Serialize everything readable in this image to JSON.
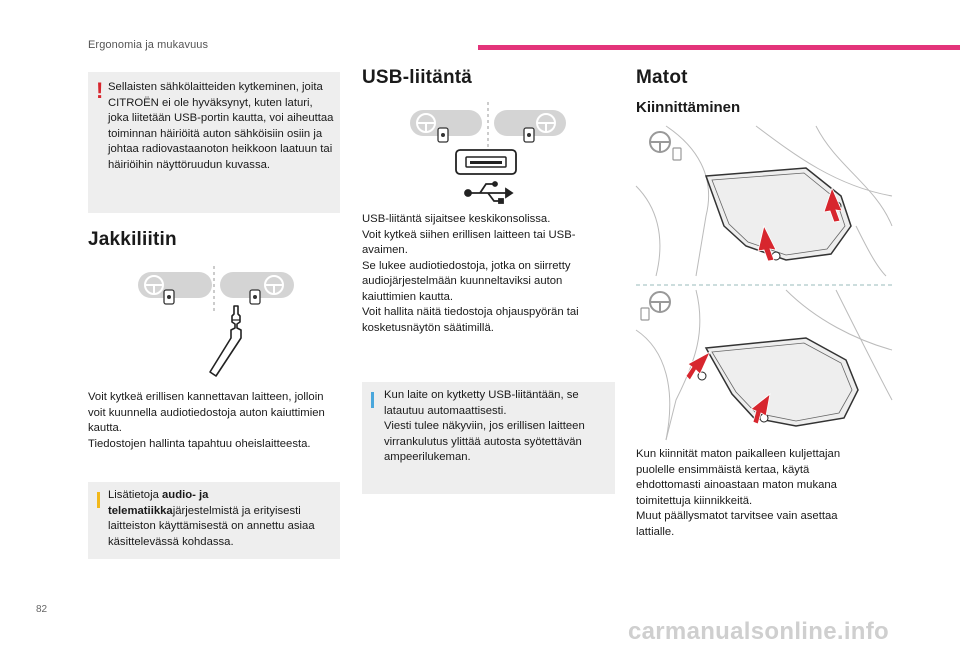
{
  "header": {
    "section": "Ergonomia ja mukavuus",
    "accent_color": "#e3347a"
  },
  "page_number": "82",
  "watermark": "carmanualsonline.info",
  "left_col": {
    "warning": {
      "text": "Sellaisten sähkölaitteiden kytkeminen, joita CITROËN ei ole hyväksynyt, kuten laturi, joka liitetään USB-portin kautta, voi aiheuttaa toiminnan häiriöitä auton sähköisiin osiin ja johtaa radiovastaanoton heikkoon laatuun tai häiriöihin näyttöruudun kuvassa."
    },
    "jack_heading": "Jakkiliitin",
    "jack_para_1": "Voit kytkeä erillisen kannettavan laitteen, jolloin voit kuunnella audiotiedostoja auton kaiuttimien kautta.",
    "jack_para_2": "Tiedostojen hallinta tapahtuu oheislaitteesta.",
    "info": {
      "prefix": "Lisätietoja ",
      "bold": "audio- ja telematiikka",
      "suffix": "järjestelmistä ja erityisesti laitteiston käyttämisestä on annettu asiaa käsittelevässä kohdassa."
    }
  },
  "mid_col": {
    "usb_heading": "USB-liitäntä",
    "usb_lines": [
      "USB-liitäntä sijaitsee keskikonsolissa.",
      "Voit kytkeä siihen erillisen laitteen tai USB-avaimen.",
      "Se lukee audiotiedostoja, jotka on siirretty audiojärjestelmään kuunneltaviksi auton kaiuttimien kautta.",
      "Voit hallita näitä tiedostoja ohjauspyörän tai kosketusnäytön säätimillä."
    ],
    "note": {
      "line1": "Kun laite on kytketty USB-liitäntään, se latautuu automaattisesti.",
      "line2": "Viesti tulee näkyviin, jos erillisen laitteen virrankulutus ylittää autosta syötettävän ampeerilukeman."
    }
  },
  "right_col": {
    "mats_heading": "Matot",
    "fitting_heading": "Kiinnittäminen",
    "para_1": "Kun kiinnität maton paikalleen kuljettajan puolelle ensimmäistä kertaa, käytä ehdottomasti ainoastaan maton mukana toimitettuja kiinnikkeitä.",
    "para_2": "Muut päällysmatot tarvitsee vain asettaa lattialle."
  },
  "colors": {
    "warning": "#d7262e",
    "info": "#f2b81b",
    "note": "#4aa7dc",
    "box_bg": "#eeeeee"
  }
}
